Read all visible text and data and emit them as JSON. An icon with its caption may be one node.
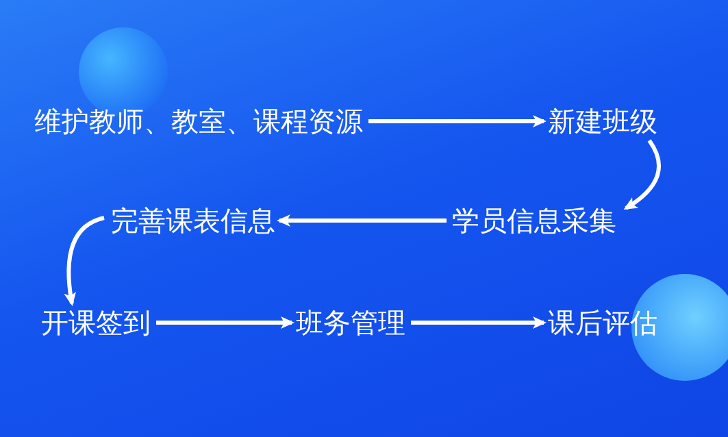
{
  "diagram": {
    "nodes": [
      {
        "text": [
          "维护教师、教室、课程资源"
        ]
      },
      {
        "text": [
          "新建班级"
        ]
      },
      {
        "text": [
          "学员信息采集"
        ]
      },
      {
        "text": [
          "完善课表信息"
        ]
      },
      {
        "text": [
          "开课签到"
        ]
      },
      {
        "text": [
          "班务管理"
        ]
      },
      {
        "text": [
          "课后评估"
        ]
      }
    ],
    "edges": [
      {
        "from": 0,
        "to": 1,
        "arrow": "to"
      },
      {
        "from": 1,
        "to": 2,
        "arrow": "to"
      },
      {
        "from": 2,
        "to": 3,
        "arrow": "to"
      },
      {
        "from": 3,
        "to": 4,
        "arrow": "to"
      },
      {
        "from": 4,
        "to": 5,
        "arrow": "to"
      },
      {
        "from": 5,
        "to": 6,
        "arrow": "to"
      }
    ]
  }
}
